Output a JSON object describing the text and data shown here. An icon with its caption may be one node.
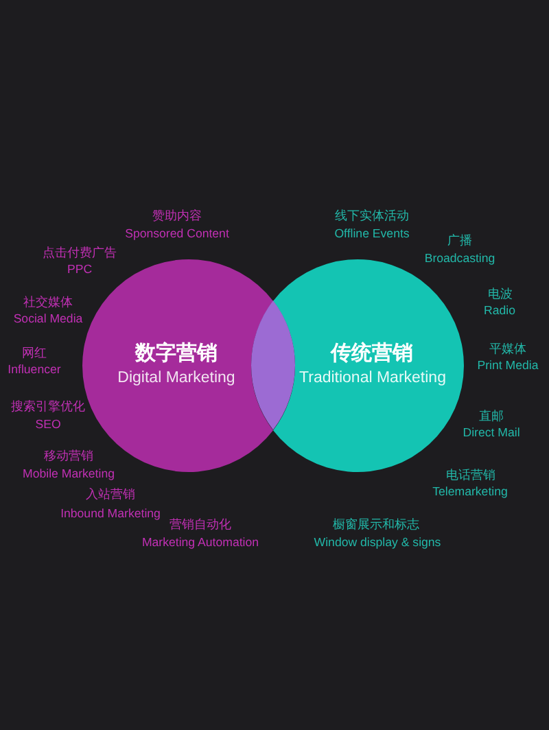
{
  "diagram": {
    "nodes": [
      {
        "text": [
          "数字营销",
          "Digital Marketing"
        ],
        "beside": [
          "赞助内容",
          "Sponsored Content",
          "点击付费广告",
          "PPC",
          "社交媒体",
          "Social Media",
          "网红",
          "Influencer",
          "搜索引擎优化",
          "SEO",
          "移动营销",
          "Mobile Marketing",
          "入站营销",
          "Inbound Marketing",
          "营销自动化",
          "Marketing Automation"
        ]
      },
      {
        "text": [
          "传统营销",
          "Traditional Marketing"
        ],
        "beside": [
          "线下实体活动",
          "Offline Events",
          "广播",
          "Broadcasting",
          "电波",
          "Radio",
          "平媒体",
          "Print Media",
          "直邮",
          "Direct Mail",
          "电话营销",
          "Telemarketing",
          "橱窗展示和标志",
          "Window display & signs"
        ]
      },
      {
        "text": [],
        "shape": "lens"
      }
    ]
  }
}
